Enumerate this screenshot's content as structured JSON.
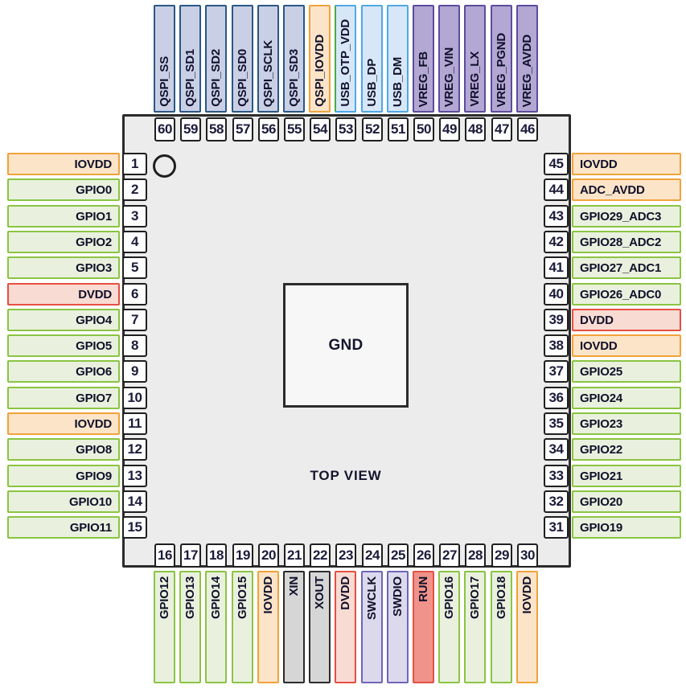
{
  "chip": {
    "center_pad_label": "GND",
    "view_label": "TOP VIEW"
  },
  "legend_colors": {
    "gpio": {
      "fill": "#e9f1de",
      "border": "#8ac442"
    },
    "iovdd": {
      "fill": "#fce4c9",
      "border": "#f1a23a"
    },
    "dvdd": {
      "fill": "#f8dbd3",
      "border": "#e64f42"
    },
    "qspi": {
      "fill": "#c9d0e6",
      "border": "#2a5784"
    },
    "usb": {
      "fill": "#d7e7f7",
      "border": "#4fa8e8"
    },
    "usb_otp": {
      "fill": "#d7e7f7",
      "border": "#4fa8e8",
      "border_left": "#4cab44"
    },
    "vreg": {
      "fill": "#b3a7d3",
      "border": "#5c4c9c"
    },
    "xtal": {
      "fill": "#d6d6d6",
      "border": "#2b2b2b"
    },
    "swd": {
      "fill": "#dcd9ec",
      "border": "#6f65b8"
    },
    "run": {
      "fill": "#f0938a",
      "border": "#e25246"
    }
  },
  "banks": {
    "top": [
      {
        "num": "60",
        "label": "QSPI_SS",
        "type": "qspi"
      },
      {
        "num": "59",
        "label": "QSPI_SD1",
        "type": "qspi"
      },
      {
        "num": "58",
        "label": "QSPI_SD2",
        "type": "qspi"
      },
      {
        "num": "57",
        "label": "QSPI_SD0",
        "type": "qspi"
      },
      {
        "num": "56",
        "label": "QSPI_SCLK",
        "type": "qspi"
      },
      {
        "num": "55",
        "label": "QSPI_SD3",
        "type": "qspi"
      },
      {
        "num": "54",
        "label": "QSPI_IOVDD",
        "type": "iovdd"
      },
      {
        "num": "53",
        "label": "USB_OTP_VDD",
        "type": "usb_otp"
      },
      {
        "num": "52",
        "label": "USB_DP",
        "type": "usb"
      },
      {
        "num": "51",
        "label": "USB_DM",
        "type": "usb"
      },
      {
        "num": "50",
        "label": "VREG_FB",
        "type": "vreg"
      },
      {
        "num": "49",
        "label": "VREG_VIN",
        "type": "vreg"
      },
      {
        "num": "48",
        "label": "VREG_LX",
        "type": "vreg"
      },
      {
        "num": "47",
        "label": "VREG_PGND",
        "type": "vreg"
      },
      {
        "num": "46",
        "label": "VREG_AVDD",
        "type": "vreg"
      }
    ],
    "left": [
      {
        "num": "1",
        "label": "IOVDD",
        "type": "iovdd"
      },
      {
        "num": "2",
        "label": "GPIO0",
        "type": "gpio"
      },
      {
        "num": "3",
        "label": "GPIO1",
        "type": "gpio"
      },
      {
        "num": "4",
        "label": "GPIO2",
        "type": "gpio"
      },
      {
        "num": "5",
        "label": "GPIO3",
        "type": "gpio"
      },
      {
        "num": "6",
        "label": "DVDD",
        "type": "dvdd"
      },
      {
        "num": "7",
        "label": "GPIO4",
        "type": "gpio"
      },
      {
        "num": "8",
        "label": "GPIO5",
        "type": "gpio"
      },
      {
        "num": "9",
        "label": "GPIO6",
        "type": "gpio"
      },
      {
        "num": "10",
        "label": "GPIO7",
        "type": "gpio"
      },
      {
        "num": "11",
        "label": "IOVDD",
        "type": "iovdd"
      },
      {
        "num": "12",
        "label": "GPIO8",
        "type": "gpio"
      },
      {
        "num": "13",
        "label": "GPIO9",
        "type": "gpio"
      },
      {
        "num": "14",
        "label": "GPIO10",
        "type": "gpio"
      },
      {
        "num": "15",
        "label": "GPIO11",
        "type": "gpio"
      }
    ],
    "right": [
      {
        "num": "45",
        "label": "IOVDD",
        "type": "iovdd"
      },
      {
        "num": "44",
        "label": "ADC_AVDD",
        "type": "iovdd"
      },
      {
        "num": "43",
        "label": "GPIO29_ADC3",
        "type": "gpio"
      },
      {
        "num": "42",
        "label": "GPIO28_ADC2",
        "type": "gpio"
      },
      {
        "num": "41",
        "label": "GPIO27_ADC1",
        "type": "gpio"
      },
      {
        "num": "40",
        "label": "GPIO26_ADC0",
        "type": "gpio"
      },
      {
        "num": "39",
        "label": "DVDD",
        "type": "dvdd"
      },
      {
        "num": "38",
        "label": "IOVDD",
        "type": "iovdd"
      },
      {
        "num": "37",
        "label": "GPIO25",
        "type": "gpio"
      },
      {
        "num": "36",
        "label": "GPIO24",
        "type": "gpio"
      },
      {
        "num": "35",
        "label": "GPIO23",
        "type": "gpio"
      },
      {
        "num": "34",
        "label": "GPIO22",
        "type": "gpio"
      },
      {
        "num": "33",
        "label": "GPIO21",
        "type": "gpio"
      },
      {
        "num": "32",
        "label": "GPIO20",
        "type": "gpio"
      },
      {
        "num": "31",
        "label": "GPIO19",
        "type": "gpio"
      }
    ],
    "bottom": [
      {
        "num": "16",
        "label": "GPIO12",
        "type": "gpio"
      },
      {
        "num": "17",
        "label": "GPIO13",
        "type": "gpio"
      },
      {
        "num": "18",
        "label": "GPIO14",
        "type": "gpio"
      },
      {
        "num": "19",
        "label": "GPIO15",
        "type": "gpio"
      },
      {
        "num": "20",
        "label": "IOVDD",
        "type": "iovdd"
      },
      {
        "num": "21",
        "label": "XIN",
        "type": "xtal"
      },
      {
        "num": "22",
        "label": "XOUT",
        "type": "xtal"
      },
      {
        "num": "23",
        "label": "DVDD",
        "type": "dvdd"
      },
      {
        "num": "24",
        "label": "SWCLK",
        "type": "swd"
      },
      {
        "num": "25",
        "label": "SWDIO",
        "type": "swd"
      },
      {
        "num": "26",
        "label": "RUN",
        "type": "run"
      },
      {
        "num": "27",
        "label": "GPIO16",
        "type": "gpio"
      },
      {
        "num": "28",
        "label": "GPIO17",
        "type": "gpio"
      },
      {
        "num": "29",
        "label": "GPIO18",
        "type": "gpio"
      },
      {
        "num": "30",
        "label": "IOVDD",
        "type": "iovdd"
      }
    ]
  }
}
